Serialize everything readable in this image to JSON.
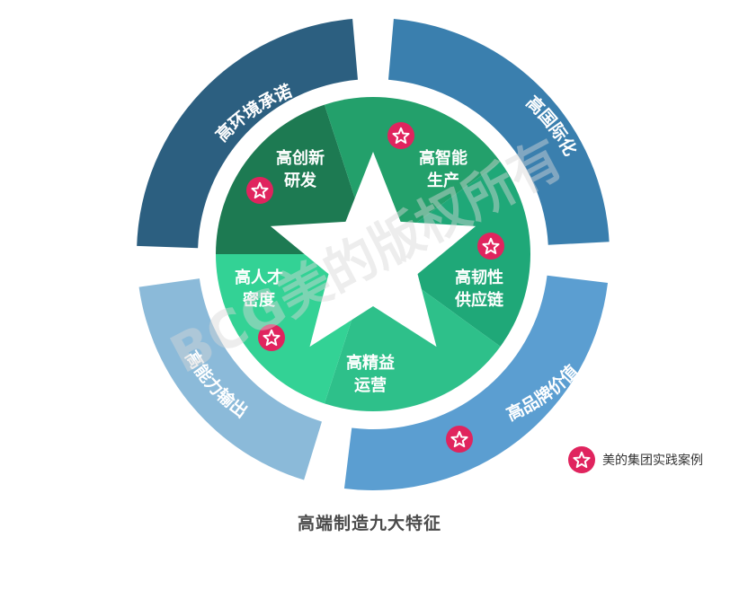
{
  "outer_ring": [
    {
      "id": "env",
      "label": "高环境承诺",
      "color": "#2c5f80"
    },
    {
      "id": "intl",
      "label": "高国际化",
      "color": "#3a7fae"
    },
    {
      "id": "brand",
      "label": "高品牌价值",
      "color": "#5b9ed1"
    },
    {
      "id": "output",
      "label": "高能力输出",
      "color": "#8bbad9"
    }
  ],
  "inner_petals": [
    {
      "id": "rd",
      "line1": "高创新",
      "line2": "研发",
      "color": "#1d7a52"
    },
    {
      "id": "smart",
      "line1": "高智能",
      "line2": "生产",
      "color": "#23a06b"
    },
    {
      "id": "supply",
      "line1": "高韧性",
      "line2": "供应链",
      "color": "#1fa878"
    },
    {
      "id": "lean",
      "line1": "高精益",
      "line2": "运营",
      "color": "#2ec08a"
    },
    {
      "id": "talent",
      "line1": "高人才",
      "line2": "密度",
      "color": "#33d295"
    }
  ],
  "badge_color": "#e0245e",
  "legend": {
    "label": "美的集团实践案例",
    "icon": "star-badge-icon"
  },
  "caption": "高端制造九大特征",
  "watermark": "BCG美的版权所有"
}
